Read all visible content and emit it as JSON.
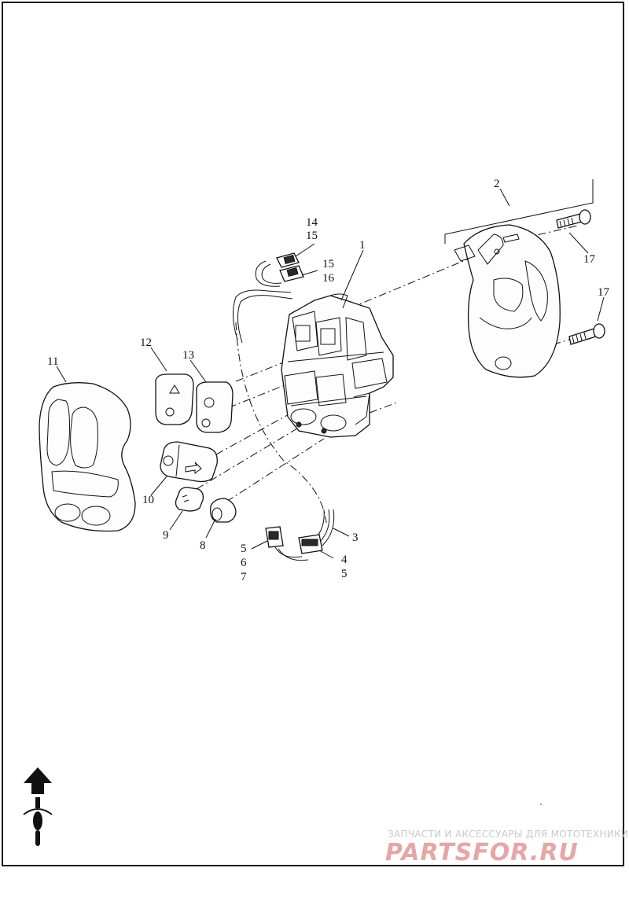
{
  "callouts": {
    "c1": "1",
    "c2": "2",
    "c3": "3",
    "c4": "4",
    "c5a": "5",
    "c5b": "5",
    "c6": "6",
    "c7": "7",
    "c8": "8",
    "c9": "9",
    "c10": "10",
    "c11": "11",
    "c12": "12",
    "c13": "13",
    "c14": "14",
    "c15a": "15",
    "c15b": "15",
    "c16": "16",
    "c17a": "17",
    "c17b": "17"
  },
  "watermark": {
    "tagline": "ЗАПЧАСТИ И АКСЕССУАРЫ ДЛЯ МОТОТЕХНИКИ",
    "logo": "PARTSFOR.RU"
  },
  "colors": {
    "line": "#111111",
    "watermark_text": "#c9c9c9",
    "watermark_logo": "#e6a6a6"
  },
  "icons": [
    "front-direction-arrow-icon",
    "motorcycle-top-view-icon"
  ]
}
